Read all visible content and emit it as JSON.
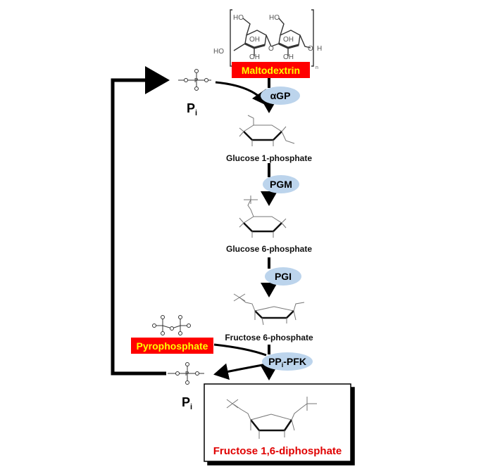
{
  "diagram": {
    "title": "Enzymatic conversion of maltodextrin to fructose 1,6-diphosphate",
    "colors": {
      "highlight_bg": "#ff0000",
      "highlight_text": "#ffff00",
      "enzyme_fill": "#bcd4ec",
      "product_text": "#e00000",
      "arrow": "#000000"
    },
    "substrate": {
      "label": "Maltodextrin",
      "structure_labels": {
        "ho1": "HO",
        "ho2": "HO",
        "ho3": "HO",
        "oh1": "OH",
        "oh2": "OH",
        "oh3": "OH",
        "oh4": "OH",
        "o_link": "O",
        "h_end": "H",
        "o_end": "O",
        "n": "n"
      }
    },
    "phosphate_in": {
      "label": "P",
      "subscript": "i",
      "structure": "−O−P−O⁻"
    },
    "phosphate_out": {
      "label": "P",
      "subscript": "i",
      "structure": "−O−P−O⁻"
    },
    "pyrophosphate": {
      "label": "Pyrophosphate"
    },
    "enzymes": [
      {
        "id": "agp",
        "label": "αGP"
      },
      {
        "id": "pgm",
        "label": "PGM"
      },
      {
        "id": "pgi",
        "label": "PGI"
      },
      {
        "id": "ppi-pfk",
        "label_pre": "PP",
        "label_sub": "i",
        "label_post": "-PFK"
      }
    ],
    "intermediates": [
      {
        "id": "g1p",
        "label": "Glucose 1-phosphate"
      },
      {
        "id": "g6p",
        "label": "Glucose 6-phosphate"
      },
      {
        "id": "f6p",
        "label": "Fructose 6-phosphate"
      }
    ],
    "product": {
      "label": "Fructose 1,6-diphosphate"
    },
    "flow": [
      {
        "from": "Maltodextrin",
        "to": "Glucose 1-phosphate",
        "enzyme": "αGP",
        "cosubstrate": "Pi"
      },
      {
        "from": "Glucose 1-phosphate",
        "to": "Glucose 6-phosphate",
        "enzyme": "PGM"
      },
      {
        "from": "Glucose 6-phosphate",
        "to": "Fructose 6-phosphate",
        "enzyme": "PGI"
      },
      {
        "from": "Fructose 6-phosphate",
        "to": "Fructose 1,6-diphosphate",
        "enzyme": "PPi-PFK",
        "cosubstrate": "Pyrophosphate",
        "coproduct": "Pi"
      },
      {
        "from": "Pi (released)",
        "to": "Pi (consumed)",
        "type": "recycle"
      }
    ]
  }
}
